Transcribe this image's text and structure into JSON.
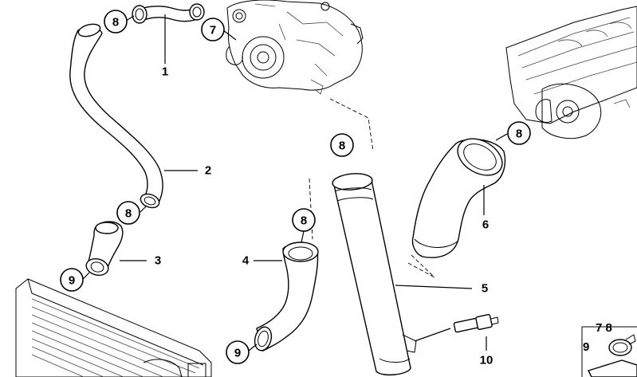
{
  "diagram": {
    "callouts": {
      "c8a": "8",
      "c7": "7",
      "c8b": "8",
      "c8c": "8",
      "c8d": "8",
      "c9a": "9",
      "c8e": "8",
      "c9b": "9"
    },
    "parts": {
      "p1": "1",
      "p2": "2",
      "p3": "3",
      "p4": "4",
      "p5": "5",
      "p6": "6",
      "p10": "10"
    },
    "legend": {
      "line1": "7 8",
      "line2": "9"
    }
  }
}
